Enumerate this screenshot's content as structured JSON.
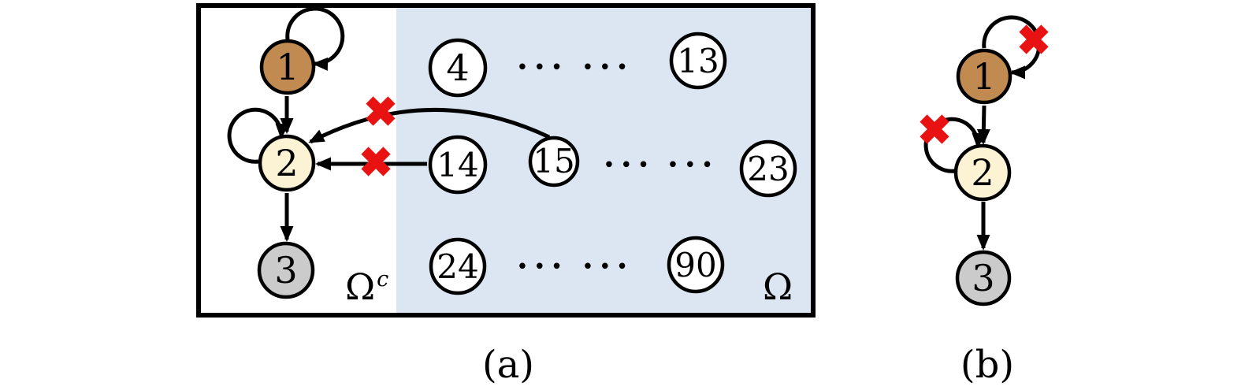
{
  "colors": {
    "node1_fill": "#C18A50",
    "node2_fill": "#FCF3D5",
    "node3_fill": "#CBCBCB",
    "plain_node_fill": "#FFFFFF",
    "omega_region_fill": "#DBE6F2",
    "cross_red": "#E91212",
    "edge_black": "#000000"
  },
  "panel_a": {
    "caption": "(a)",
    "region_inside_label": "Ω",
    "region_outside_label": "Ω",
    "region_outside_sup": "c",
    "ellipsis": "•••",
    "nodes": {
      "n1": "1",
      "n2": "2",
      "n3": "3",
      "n4": "4",
      "n13": "13",
      "n14": "14",
      "n15": "15",
      "n23": "23",
      "n24": "24",
      "n90": "90"
    }
  },
  "panel_b": {
    "caption": "(b)",
    "nodes": {
      "n1": "1",
      "n2": "2",
      "n3": "3"
    }
  }
}
